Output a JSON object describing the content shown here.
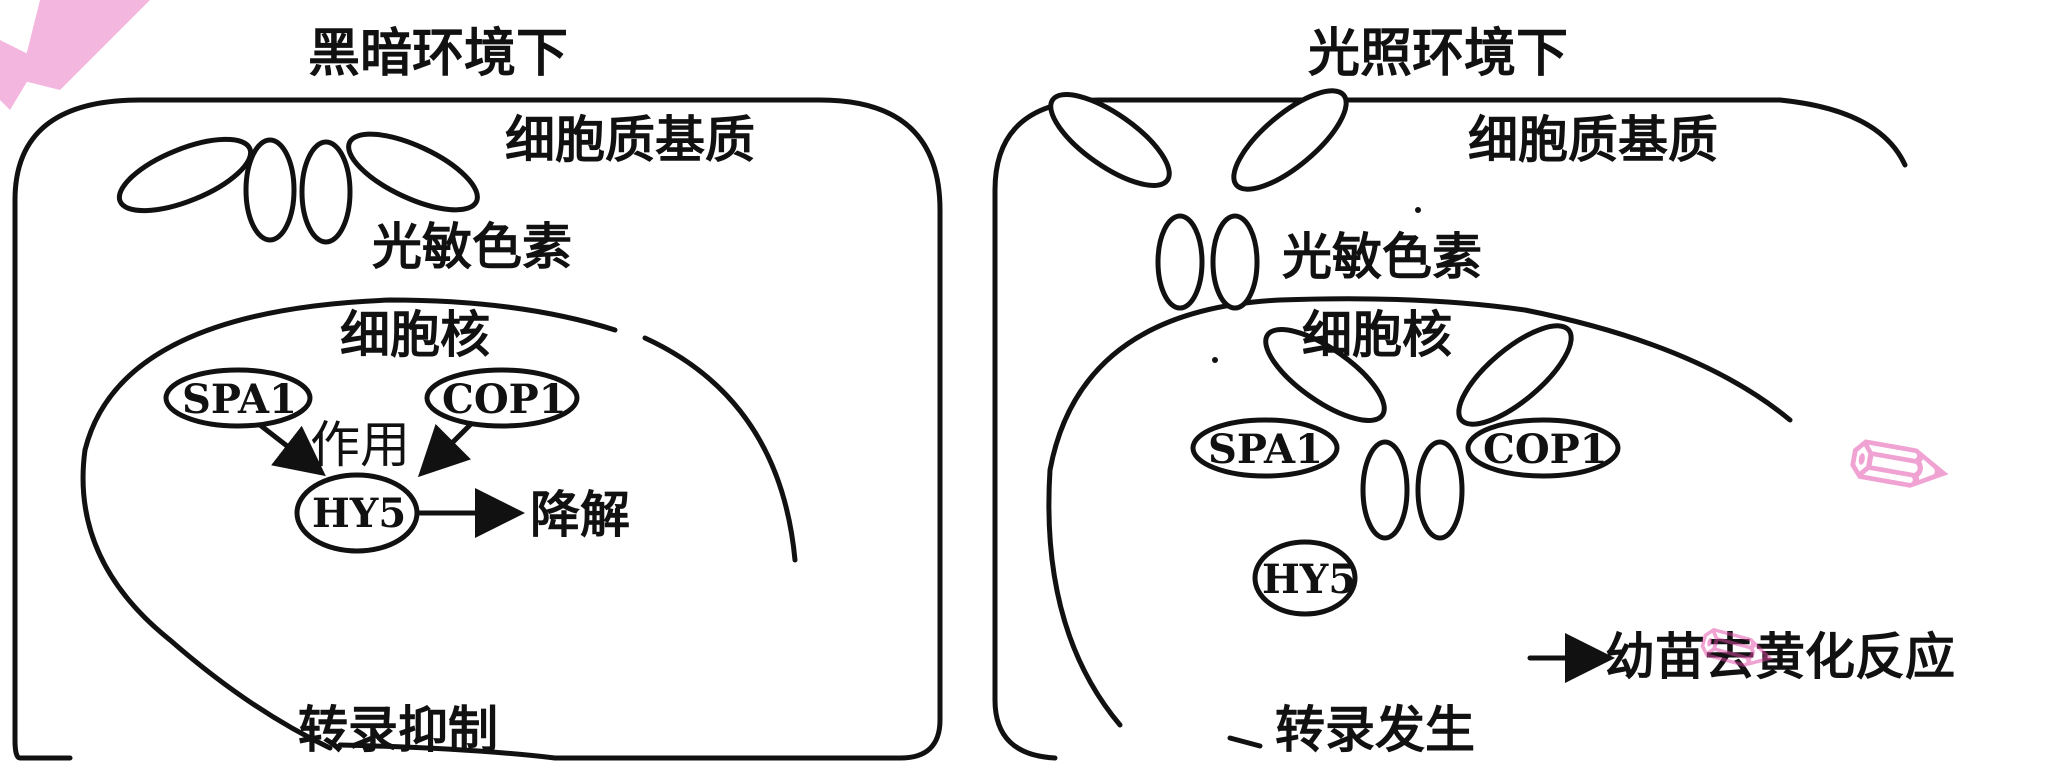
{
  "left_panel": {
    "title": "黑暗环境下",
    "cytoplasm": "细胞质基质",
    "phytochrome": "光敏色素",
    "nucleus": "细胞核",
    "spa1": "SPA1",
    "cop1": "COP1",
    "action": "作用",
    "hy5": "HY5",
    "degradation": "降解",
    "transcription": "转录抑制"
  },
  "right_panel": {
    "title": "光照环境下",
    "cytoplasm": "细胞质基质",
    "phytochrome": "光敏色素",
    "nucleus": "细胞核",
    "spa1": "SPA1",
    "cop1": "COP1",
    "hy5": "HY5",
    "response": "幼苗去黄化反应",
    "transcription": "转录发生"
  },
  "colors": {
    "ink": "#111111",
    "watermark": "#e24aa8"
  }
}
